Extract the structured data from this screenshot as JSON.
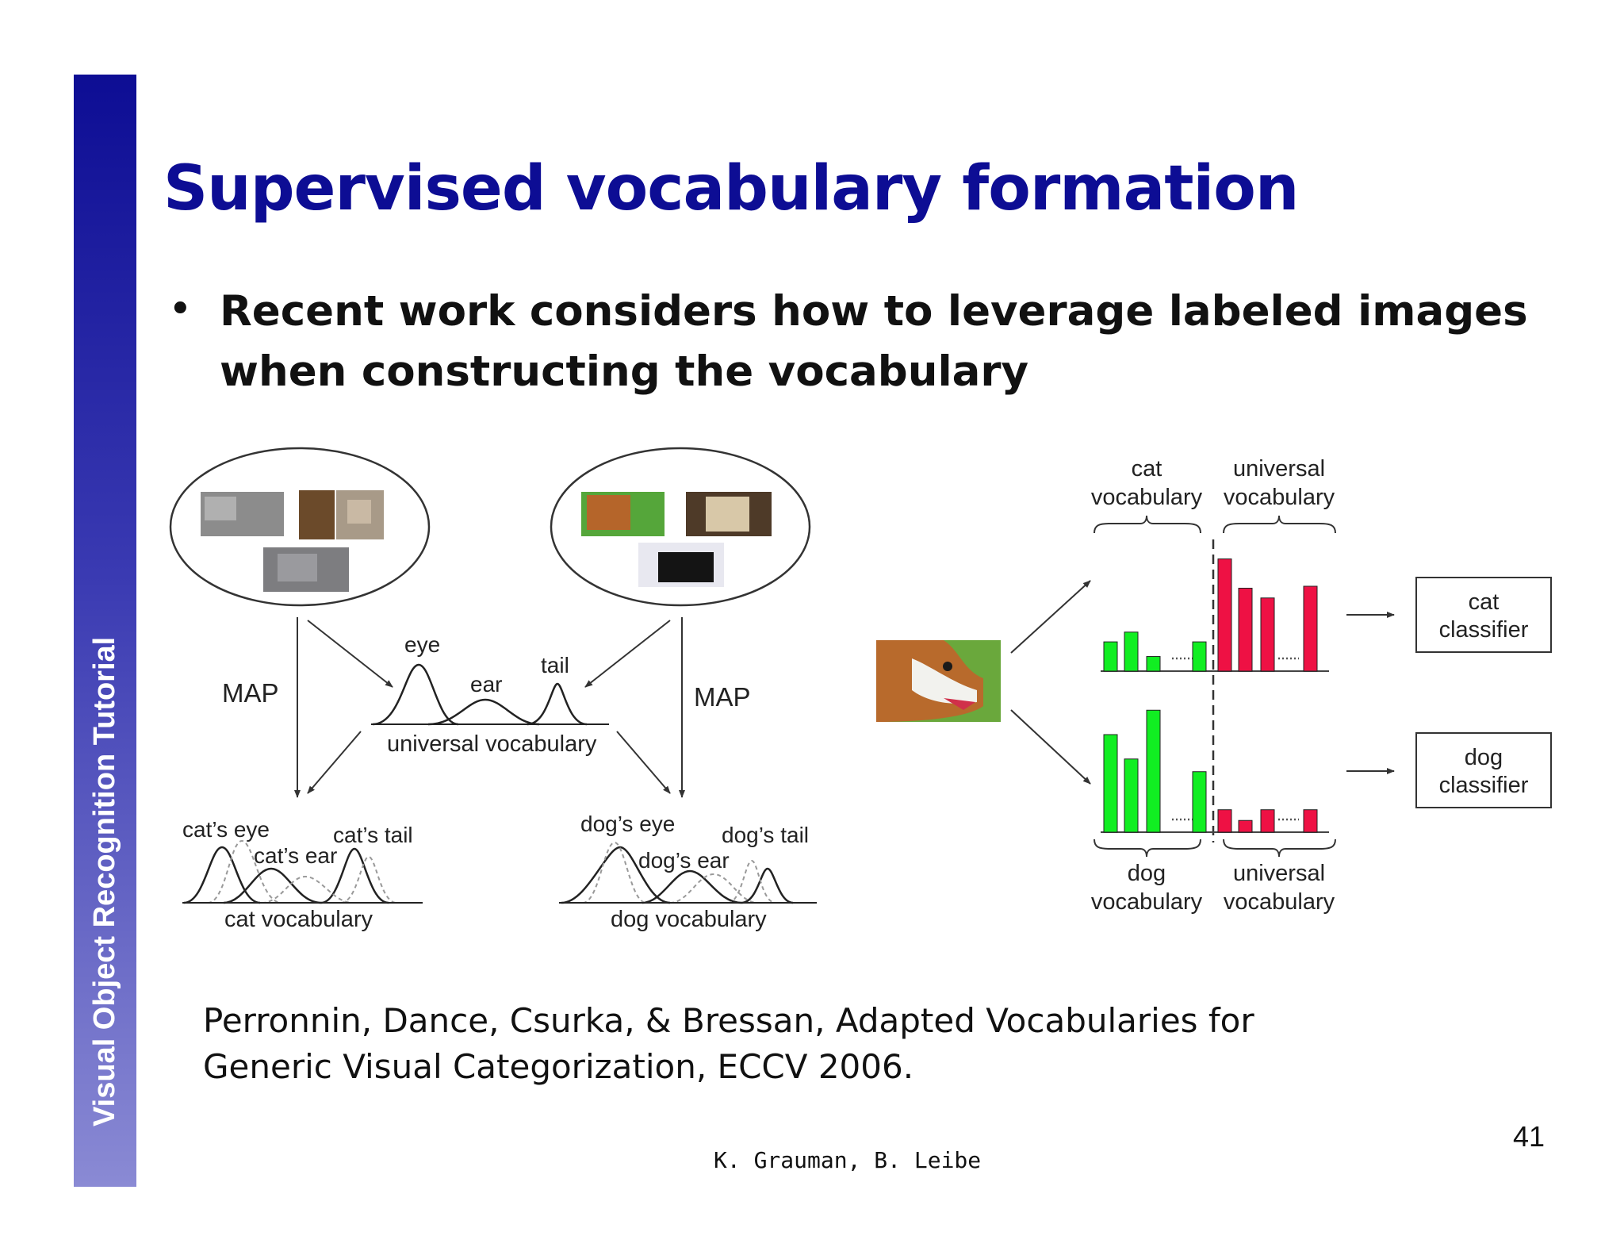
{
  "sidebar": {
    "label": "Visual Object Recognition Tutorial"
  },
  "slide": {
    "title": "Supervised vocabulary formation",
    "bullet": "Recent work considers how to leverage labeled images when constructing the vocabulary",
    "citation": "Perronnin, Dance, Csurka, & Bressan, Adapted Vocabularies for Generic Visual Categorization, ECCV 2006.",
    "credit": "K. Grauman, B. Leibe",
    "page_number": "41"
  },
  "diagram": {
    "map_left": "MAP",
    "map_right": "MAP",
    "universal": {
      "eye": "eye",
      "ear": "ear",
      "tail": "tail",
      "label": "universal vocabulary"
    },
    "cat": {
      "eye": "cat’s eye",
      "ear": "cat’s ear",
      "tail": "cat’s tail",
      "label": "cat vocabulary"
    },
    "dog": {
      "eye": "dog’s eye",
      "ear": "dog’s ear",
      "tail": "dog’s tail",
      "label": "dog vocabulary"
    },
    "hist_top": {
      "left_label_1": "cat",
      "left_label_2": "vocabulary",
      "right_label_1": "universal",
      "right_label_2": "vocabulary"
    },
    "hist_bottom": {
      "left_label_1": "dog",
      "left_label_2": "vocabulary",
      "right_label_1": "universal",
      "right_label_2": "vocabulary"
    },
    "cat_classifier_1": "cat",
    "cat_classifier_2": "classifier",
    "dog_classifier_1": "dog",
    "dog_classifier_2": "classifier",
    "colors": {
      "green": "#11ee22",
      "red": "#ee1144"
    }
  },
  "chart_data": [
    {
      "type": "bar",
      "series": [
        {
          "values": [
            3,
            4,
            1.5,
            3
          ]
        },
        {
          "values": [
            11.5,
            8.5,
            7.5,
            8.7
          ]
        }
      ]
    },
    {
      "type": "bar",
      "series": [
        {
          "values": [
            10,
            7.5,
            12.5,
            6.2
          ]
        },
        {
          "values": [
            2.3,
            1.2,
            2.3,
            2.3
          ]
        }
      ]
    }
  ]
}
